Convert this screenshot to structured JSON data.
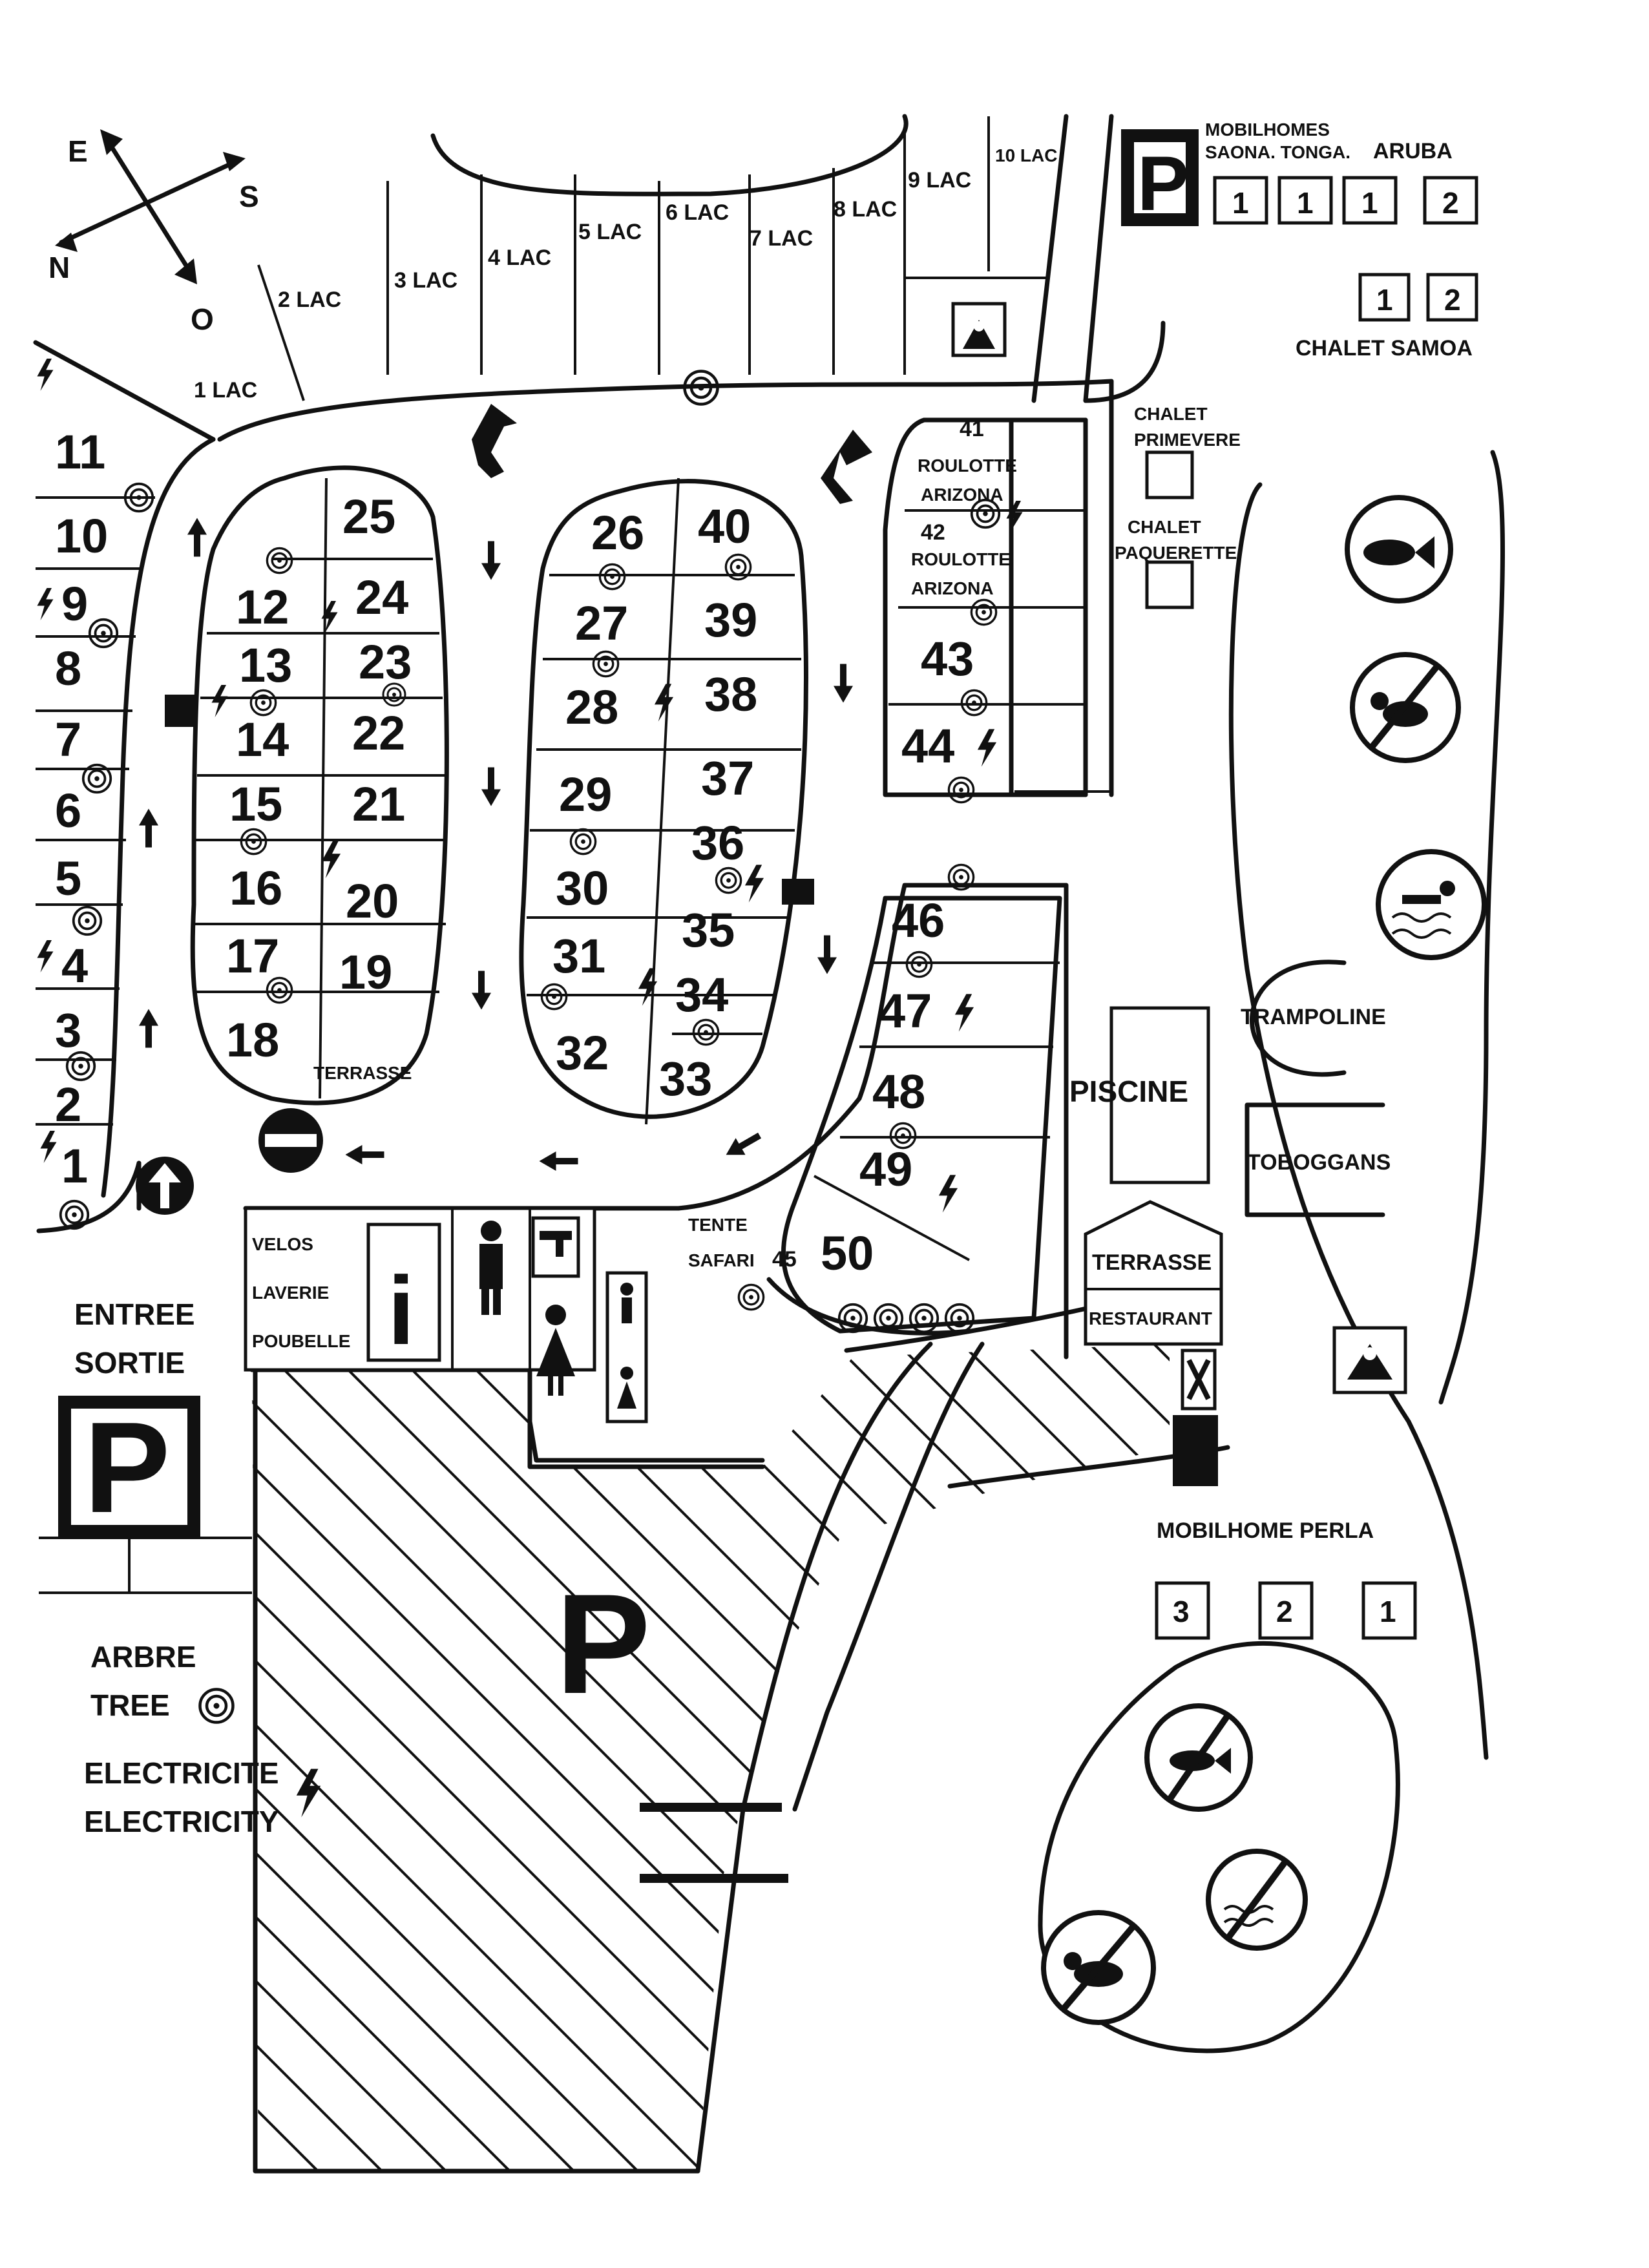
{
  "compass": {
    "e": "E",
    "s": "S",
    "n": "N",
    "o": "O"
  },
  "lake_plots": [
    "1 LAC",
    "2 LAC",
    "3 LAC",
    "4 LAC",
    "5 LAC",
    "6 LAC",
    "7 LAC",
    "8 LAC",
    "9 LAC",
    "10 LAC"
  ],
  "pitches": {
    "left_column": [
      "11",
      "10",
      "9",
      "8",
      "7",
      "6",
      "5",
      "4",
      "3",
      "2",
      "1"
    ],
    "island1_left": [
      "12",
      "13",
      "14",
      "15",
      "16",
      "17",
      "18"
    ],
    "island1_right": [
      "25",
      "24",
      "23",
      "22",
      "21",
      "20",
      "19"
    ],
    "island2_left": [
      "26",
      "27",
      "28",
      "29",
      "30",
      "31",
      "32"
    ],
    "island2_right": [
      "40",
      "39",
      "38",
      "37",
      "36",
      "35",
      "34",
      "33"
    ],
    "right_block": [
      "41",
      "42",
      "43",
      "44"
    ],
    "lower_block": [
      "46",
      "47",
      "48",
      "49",
      "50"
    ],
    "tent_number": "45"
  },
  "labels": {
    "terrasse_small": "TERRASSE",
    "roulotte_41": "ROULOTTE",
    "arizona_41": "ARIZONA",
    "roulotte_42": "ROULOTTE",
    "arizona_42": "ARIZONA",
    "chalet_primevere_1": "CHALET",
    "chalet_primevere_2": "PRIMEVERE",
    "chalet_paquerette_1": "CHALET",
    "chalet_paquerette_2": "PAQUERETTE",
    "mobilhomes_title": "MOBILHOMES",
    "mobilhomes_sub": "SAONA. TONGA.",
    "aruba": "ARUBA",
    "chalet_samoa": "CHALET SAMOA",
    "piscine": "PISCINE",
    "trampoline": "TRAMPOLINE",
    "toboggans": "TOBOGGANS",
    "terrasse": "TERRASSE",
    "restaurant": "RESTAURANT",
    "tente": "TENTE",
    "safari": "SAFARI",
    "velos": "VELOS",
    "laverie": "LAVERIE",
    "poubelle": "POUBELLE",
    "info": "i",
    "entree": "ENTREE",
    "sortie": "SORTIE",
    "parking": "P",
    "mobilhome_perla": "MOBILHOME PERLA"
  },
  "unit_boxes": {
    "mobilhomes": [
      "1",
      "1",
      "1",
      "2"
    ],
    "samoa": [
      "1",
      "2"
    ],
    "perla": [
      "3",
      "2",
      "1"
    ]
  },
  "legend": {
    "arbre": "ARBRE",
    "tree": "TREE",
    "electricite": "ELECTRICITE",
    "electricity": "ELECTRICITY"
  },
  "icons": [
    "compass-rose",
    "tree-spiral-icon",
    "electricity-bolt-icon",
    "one-way-arrow-icon",
    "no-entry-icon",
    "playground-icon",
    "fish-icon",
    "no-dogs-icon",
    "swimming-icon",
    "no-fishing-icon",
    "no-swimming-icon",
    "man-icon",
    "woman-icon",
    "tap-icon",
    "restaurant-icon",
    "phone-icon"
  ]
}
